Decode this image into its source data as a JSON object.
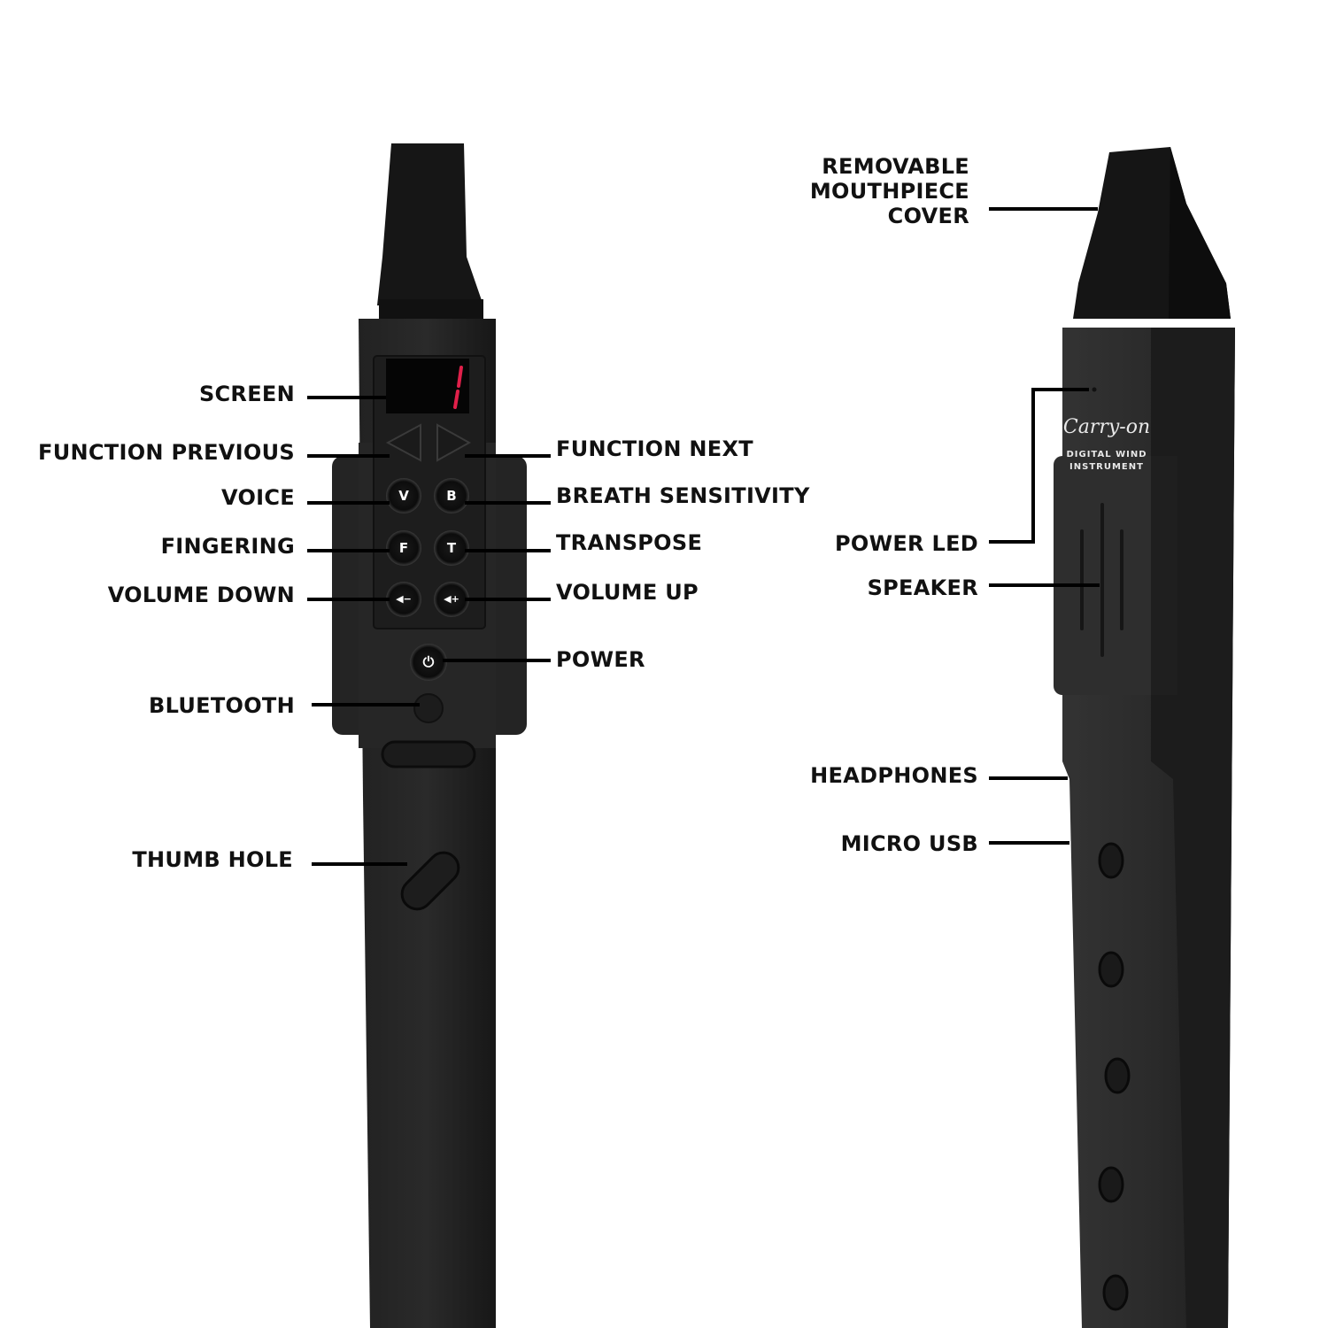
{
  "left_device": {
    "screen_display": "1",
    "buttons": [
      "V",
      "B",
      "F",
      "T",
      "◀−",
      "◀+",
      "⏻"
    ],
    "labels_left": [
      "SCREEN",
      "FUNCTION PREVIOUS",
      "VOICE",
      "FINGERING",
      "VOLUME DOWN",
      "BLUETOOTH",
      "THUMB HOLE"
    ],
    "labels_right": [
      "FUNCTION NEXT",
      "BREATH SENSITIVITY",
      "TRANSPOSE",
      "VOLUME UP",
      "POWER"
    ]
  },
  "right_device": {
    "logo": "Carry-on",
    "logo_sub": [
      "DIGITAL WIND",
      "INSTRUMENT"
    ],
    "mouthpiece_label": [
      "REMOVABLE",
      "MOUTHPIECE",
      "COVER"
    ],
    "labels": [
      "POWER LED",
      "SPEAKER",
      "HEADPHONES",
      "MICRO USB"
    ]
  },
  "colors": {
    "body": "#1b1b1b",
    "screen_digit": "#e0204a",
    "leader": "#000000"
  }
}
